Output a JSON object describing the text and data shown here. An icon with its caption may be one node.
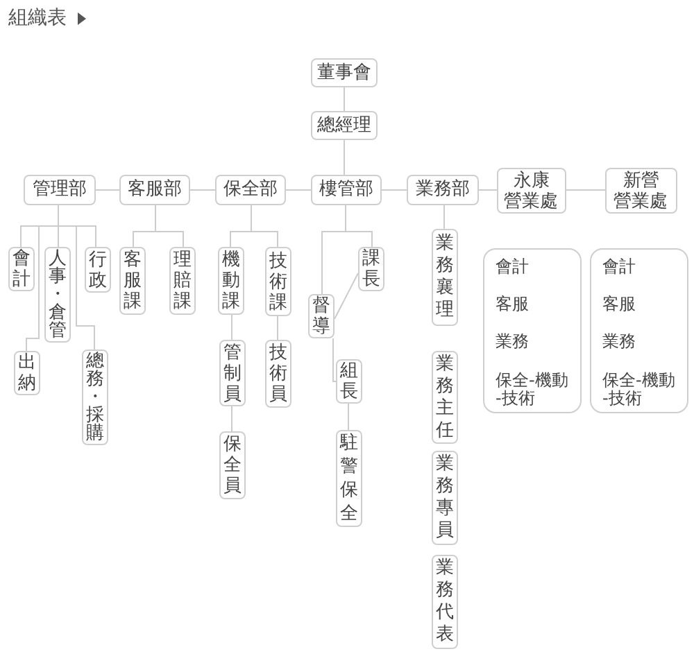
{
  "diagram": {
    "title": "組織表",
    "nodes": [
      {
        "text": [
          "董事會"
        ]
      },
      {
        "text": [
          "總經理"
        ]
      },
      {
        "text": [
          "管理部"
        ]
      },
      {
        "text": [
          "客服部"
        ]
      },
      {
        "text": [
          "保全部"
        ]
      },
      {
        "text": [
          "樓管部"
        ]
      },
      {
        "text": [
          "業務部"
        ]
      },
      {
        "text": [
          "永康營業處"
        ]
      },
      {
        "text": [
          "新營營業處"
        ]
      },
      {
        "text": [
          "會計"
        ]
      },
      {
        "text": [
          "人事・倉管"
        ]
      },
      {
        "text": [
          "行政"
        ]
      },
      {
        "text": [
          "客服課"
        ]
      },
      {
        "text": [
          "理賠課"
        ]
      },
      {
        "text": [
          "機動課"
        ]
      },
      {
        "text": [
          "技術課"
        ]
      },
      {
        "text": [
          "課長"
        ]
      },
      {
        "text": [
          "業務襄理"
        ]
      },
      {
        "text": [
          "會計",
          "客服",
          "業務",
          "保全-機動 -技術"
        ]
      },
      {
        "text": [
          "會計",
          "客服",
          "業務",
          "保全-機動 -技術"
        ]
      },
      {
        "text": [
          "督導"
        ]
      },
      {
        "text": [
          "出納"
        ]
      },
      {
        "text": [
          "管制員"
        ]
      },
      {
        "text": [
          "技術員"
        ]
      },
      {
        "text": [
          "組長"
        ]
      },
      {
        "text": [
          "總務・採購"
        ]
      },
      {
        "text": [
          "業務主任"
        ]
      },
      {
        "text": [
          "保全員"
        ]
      },
      {
        "text": [
          "駐警保全"
        ]
      },
      {
        "text": [
          "業務專員"
        ]
      },
      {
        "text": [
          "業務代表"
        ]
      }
    ],
    "edges": [
      {
        "from": 0,
        "to": 1,
        "arrow": "none"
      },
      {
        "from": 1,
        "to": 5,
        "arrow": "none"
      },
      {
        "from": 2,
        "to": 3,
        "arrow": "none"
      },
      {
        "from": 3,
        "to": 4,
        "arrow": "none"
      },
      {
        "from": 4,
        "to": 5,
        "arrow": "none"
      },
      {
        "from": 5,
        "to": 6,
        "arrow": "none"
      },
      {
        "from": 6,
        "to": 7,
        "arrow": "none"
      },
      {
        "from": 7,
        "to": 8,
        "arrow": "none"
      },
      {
        "from": 2,
        "to": 9,
        "arrow": "none"
      },
      {
        "from": 2,
        "to": 10,
        "arrow": "none"
      },
      {
        "from": 2,
        "to": 11,
        "arrow": "none"
      },
      {
        "from": 2,
        "to": 21,
        "arrow": "none"
      },
      {
        "from": 2,
        "to": 25,
        "arrow": "none"
      },
      {
        "from": 3,
        "to": 12,
        "arrow": "none"
      },
      {
        "from": 3,
        "to": 13,
        "arrow": "none"
      },
      {
        "from": 4,
        "to": 14,
        "arrow": "none"
      },
      {
        "from": 4,
        "to": 15,
        "arrow": "none"
      },
      {
        "from": 14,
        "to": 22,
        "arrow": "none"
      },
      {
        "from": 22,
        "to": 27,
        "arrow": "none"
      },
      {
        "from": 15,
        "to": 23,
        "arrow": "none"
      },
      {
        "from": 5,
        "to": 20,
        "arrow": "none"
      },
      {
        "from": 5,
        "to": 16,
        "arrow": "none"
      },
      {
        "from": 20,
        "to": 16,
        "arrow": "none"
      },
      {
        "from": 20,
        "to": 24,
        "arrow": "none"
      },
      {
        "from": 24,
        "to": 28,
        "arrow": "none"
      },
      {
        "from": 6,
        "to": 17,
        "arrow": "none"
      }
    ]
  }
}
